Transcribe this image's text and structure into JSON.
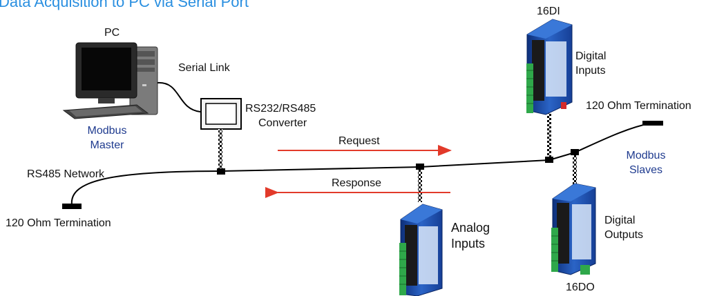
{
  "title": "Data Acquisition to PC via Serial Port",
  "pc": {
    "label": "PC",
    "role_line1": "Modbus",
    "role_line2": "Master"
  },
  "serial_link": "Serial Link",
  "converter": {
    "line1": "RS232/RS485",
    "line2": "Converter"
  },
  "network": "RS485 Network",
  "termination_left": "120 Ohm Termination",
  "termination_right": "120 Ohm Termination",
  "request": "Request",
  "response": "Response",
  "modbus_slaves": {
    "line1": "Modbus",
    "line2": "Slaves"
  },
  "module_16di": {
    "name": "16DI",
    "line1": "Digital",
    "line2": "Inputs"
  },
  "module_16do": {
    "name": "16DO",
    "line1": "Digital",
    "line2": "Outputs"
  },
  "module_analog": {
    "line1": "Analog",
    "line2": "Inputs"
  },
  "colors": {
    "title": "#2a8fe0",
    "arrow": "#e23a2a",
    "module": "#1f4fa8",
    "terminal": "#2fa84a",
    "role_text": "#1f3b8f"
  }
}
